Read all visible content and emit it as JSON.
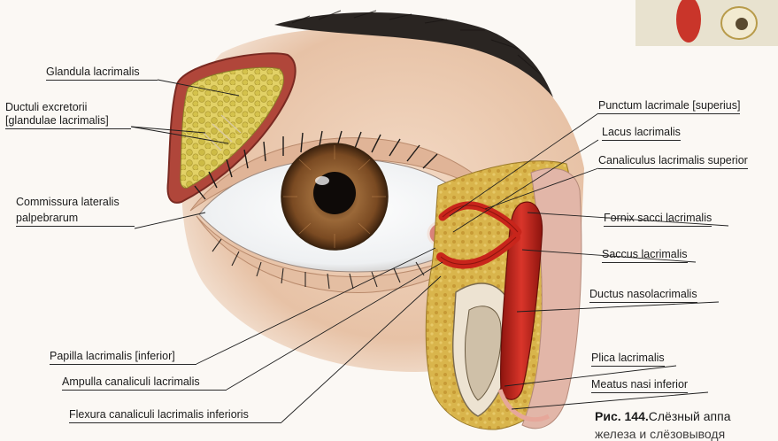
{
  "labels": {
    "glandula": "Glandula lacrimalis",
    "ductuli_1": "Ductuli excretorii",
    "ductuli_2": "[glandulae lacrimalis]",
    "commissura_1": "Commissura lateralis",
    "commissura_2": "palpebrarum",
    "papilla": "Papilla lacrimalis [inferior]",
    "ampulla": "Ampulla canaliculi lacrimalis",
    "flexura": "Flexura canaliculi lacrimalis inferioris",
    "punctum": "Punctum lacrimale [superius]",
    "lacus": "Lacus lacrimalis",
    "canaliculus": "Canaliculus lacrimalis superior",
    "fornix": "Fornix sacci lacrimalis",
    "saccus": "Saccus lacrimalis",
    "ductus": "Ductus nasolacrimalis",
    "plica": "Plica lacrimalis",
    "meatus": "Meatus nasi inferior"
  },
  "caption": {
    "figure": "Рис. 144.",
    "text": "Слёзный аппа",
    "line2": "железа и слёзовыводя"
  },
  "colors": {
    "skin": "#e9c7ae",
    "iris": "#8a5a2e",
    "gland": "#dccb5a",
    "duct_red": "#c8251b",
    "bone": "#d9b84f"
  }
}
